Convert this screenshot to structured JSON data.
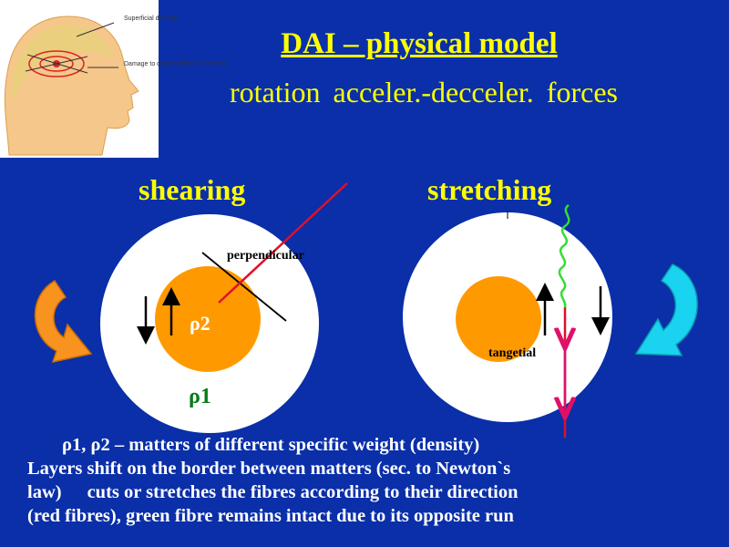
{
  "title": "DAI – physical model",
  "subtitle": "rotation acceler.-decceler. forces",
  "illustration": {
    "label_superficial": "Superficial damage",
    "label_deep": "Damage to deep cerebral structures"
  },
  "shearing": {
    "heading": "shearing",
    "label_perpendicular": "perpendicular",
    "label_inner": "ρ2",
    "label_outer": "ρ1"
  },
  "stretching": {
    "heading": "stretching",
    "label_tangetial": "tangetial"
  },
  "caption": {
    "line1": "ρ1, ρ2 – matters of different specific weight (density)",
    "line2": "Layers shift on the border between matters (sec. to Newton`s",
    "line3a": "law)",
    "line3b": "cuts or stretches the fibres according to their direction",
    "line4": "(red fibres), green fibre remains intact due to its opposite run"
  },
  "colors": {
    "background": "#0a2fa8",
    "heading": "#ffff00",
    "inner_circle": "#ff9900",
    "outer_circle": "#ffffff",
    "red_fibre": "#e0102a",
    "green_fibre": "#33dd33",
    "magenta_arrow": "#e0106a",
    "orange_arrow": "#f7931e",
    "cyan_arrow": "#19d3f0"
  }
}
